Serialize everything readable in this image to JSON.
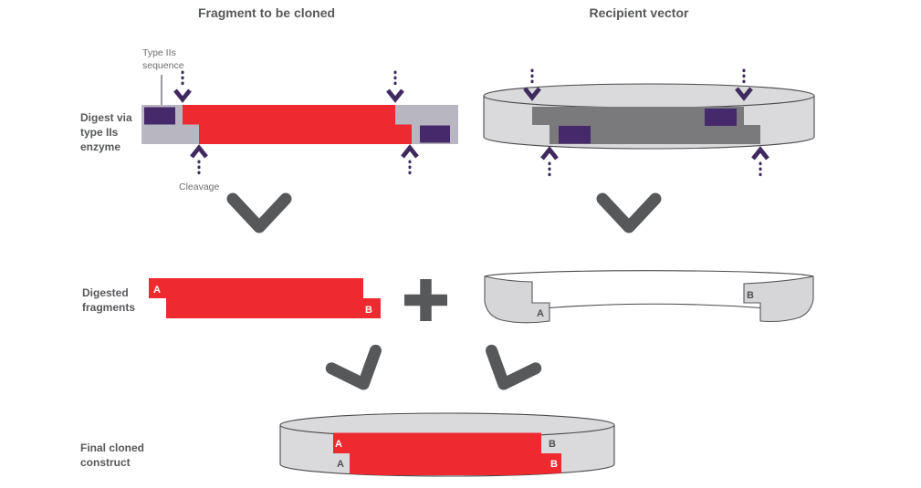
{
  "titles": {
    "fragment": "Fragment to be cloned",
    "vector": "Recipient vector"
  },
  "labels": {
    "type_iis_sequence": [
      "Type IIs",
      "sequence"
    ],
    "digest": [
      "Digest via",
      "type IIs",
      "enzyme"
    ],
    "cleavage": "Cleavage",
    "digested_fragments": [
      "Digested",
      "fragments"
    ],
    "final_construct": [
      "Final cloned",
      "construct"
    ]
  },
  "overhangs": {
    "a": "A",
    "b": "B"
  },
  "icons": {
    "cleavage_site_arrow": "dotted-chevron-arrow",
    "next_step_arrow": "chevron-down",
    "combine_operator": "plus-sign"
  },
  "colors": {
    "fragment_red": "#ee2a30",
    "type_iis_purple": "#46296a",
    "arrow_purple": "#3f2a5f",
    "backbone_gray": "#b8b6c1",
    "vector_insert_gray": "#7a797c",
    "plasmid_fill": "#dadadc",
    "plasmid_outline": "#4b4b4d",
    "text_dark": "#57585a",
    "text_muted": "#6d6e71"
  }
}
